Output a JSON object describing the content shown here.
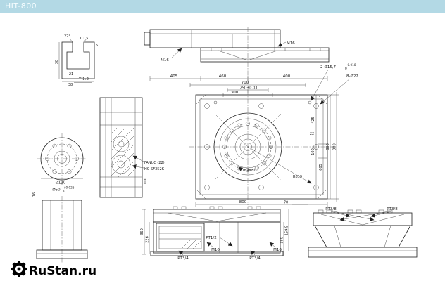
{
  "header": {
    "title": "HIT-800"
  },
  "colors": {
    "header_bg": "#b3d9e5",
    "line": "#1f1f1f",
    "logo": "#000000"
  },
  "drawing": {
    "tslot": {
      "angle": "22°",
      "chamfer": "C1.5",
      "d5": "5",
      "d38_left": "38",
      "d21": "21",
      "d38_bottom": "38",
      "scale": "T 1:2"
    },
    "top_view": {
      "m16_left": "M16",
      "m16_right": "M16"
    },
    "callouts": {
      "pins": "2-Ø15,7",
      "pins_tol_hi": "+0.018",
      "pins_tol_lo": "0",
      "holes8": "8-Ø22",
      "holes16": "16-Ø20",
      "radius": "R619"
    },
    "plan_dims": {
      "d405": "405",
      "d460": "460",
      "d400": "400",
      "d700": "700",
      "d250": "250±0.03",
      "d300": "300",
      "d425": "425",
      "d22": "22",
      "d100": "100",
      "d605": "605",
      "d800_right": "800",
      "d900": "900",
      "d800_bottom": "800",
      "d70": "70"
    },
    "motor": {
      "line1": "FANUC (22)",
      "line2": "HC-SF352K",
      "d100": "100"
    },
    "flange": {
      "d130": "Ø130",
      "d50": "Ø50",
      "d50_tol_hi": "+0.025",
      "d50_tol_lo": "0",
      "d16": "16"
    },
    "front_view": {
      "d360": "360",
      "d226": "226",
      "d180": "180",
      "d1595": "159.5",
      "pt12": "PT1/2",
      "m16_left": "M16",
      "m16_right": "M16",
      "pt34_left": "PT3/4",
      "pt34_right": "PT3/4"
    },
    "side_view": {
      "pt38_left": "PT3/8",
      "pt38_right": "PT3/8"
    }
  },
  "logo": {
    "text": "RuStan.ru"
  }
}
